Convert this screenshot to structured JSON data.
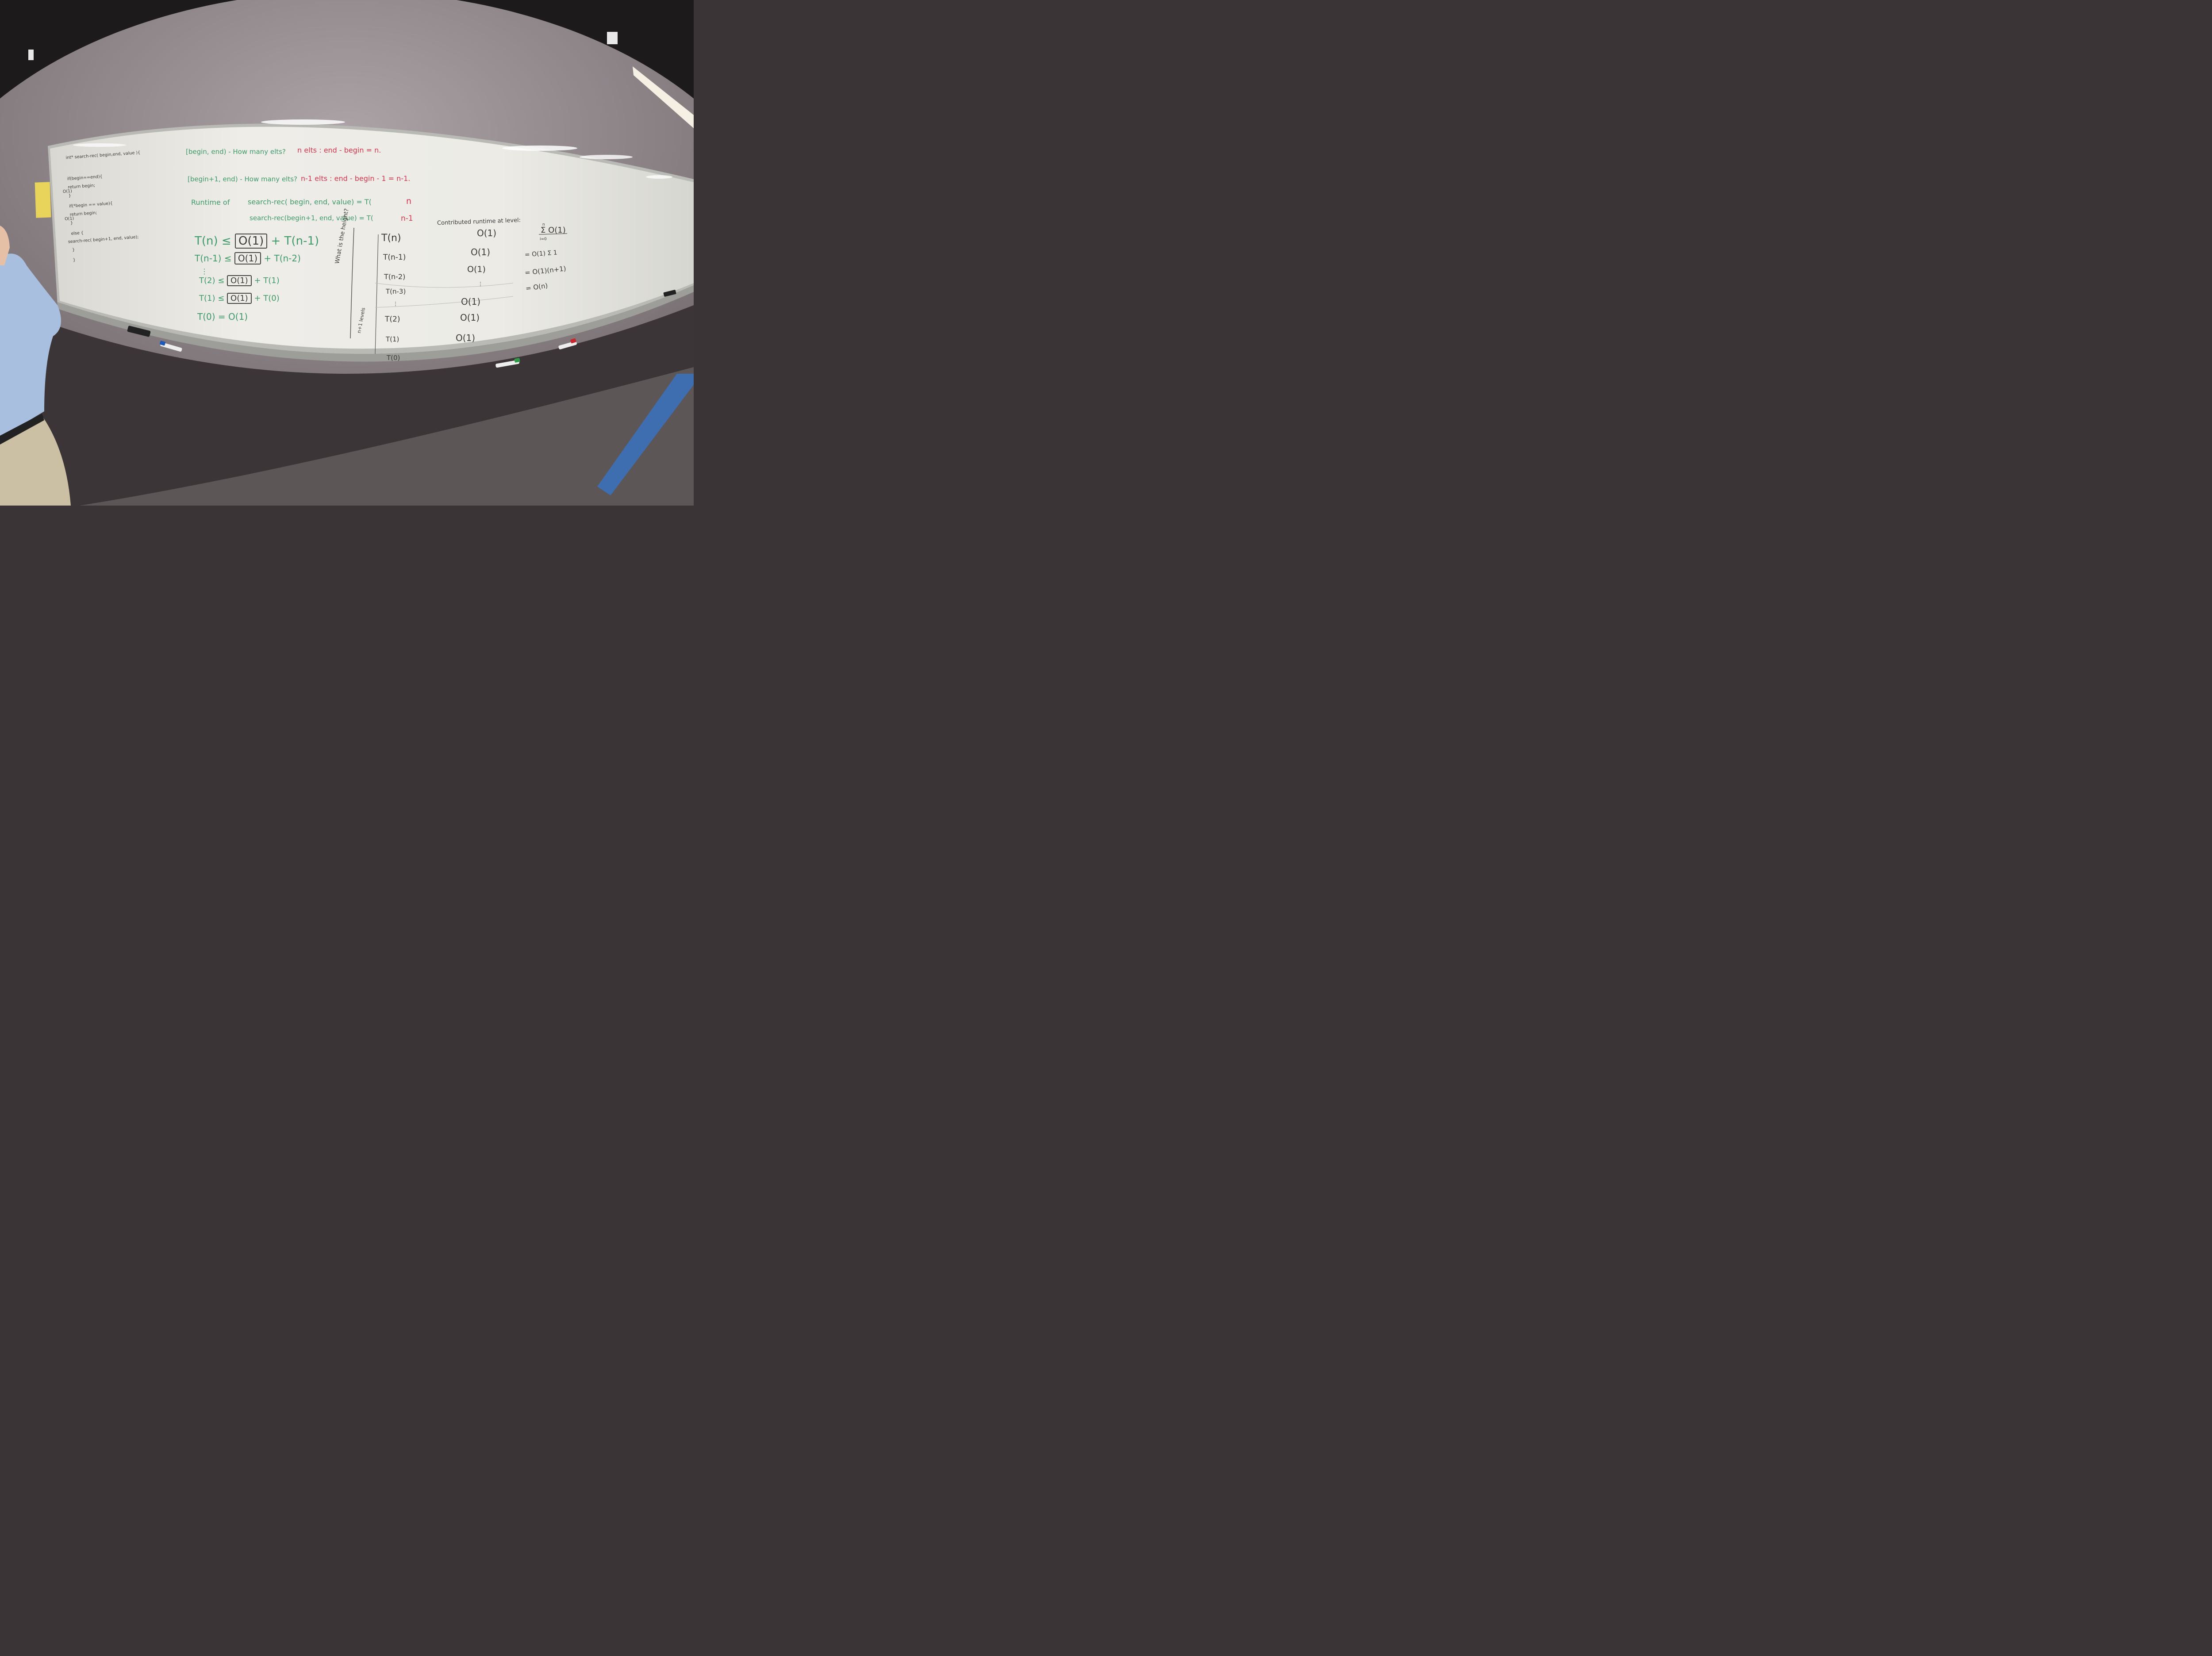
{
  "code_block": {
    "lines": [
      "int* search-rec( begin,end, value ){",
      "  if(begin==end){",
      "     return begin;",
      "  }",
      "  if(*begin == value){",
      "     return begin;",
      "  }",
      "  else {",
      "  search-rec( begin+1, end, value);",
      "  }",
      "}"
    ],
    "margin_notes": [
      "O(1)",
      "O(1)"
    ]
  },
  "definitions": {
    "line1_green": "[begin, end) - How many elts?",
    "line1_red": "n elts : end - begin = n.",
    "line2_green": "[begin+1, end) - How many elts?",
    "line2_red": "n-1 elts : end - begin - 1 = n-1.",
    "runtime_label": "Runtime of",
    "runtime_eq1_green": "search-rec( begin, end, value) = T(",
    "runtime_eq1_red": "n",
    "runtime_eq2_green": "search-rec(begin+1, end, value) = T(",
    "runtime_eq2_red": "n-1"
  },
  "recurrence": {
    "lines": [
      {
        "lhs": "T(n) ≤",
        "box": "O(1)",
        "rhs": "+ T(n-1)"
      },
      {
        "lhs": "T(n-1) ≤",
        "box": "O(1)",
        "rhs": "+ T(n-2)"
      },
      {
        "lhs": "⋮",
        "box": "",
        "rhs": ""
      },
      {
        "lhs": "T(2) ≤",
        "box": "O(1)",
        "rhs": "+ T(1)"
      },
      {
        "lhs": "T(1) ≤",
        "box": "O(1)",
        "rhs": "+ T(0)"
      },
      {
        "lhs": "T(0) =",
        "box": "O(1)",
        "rhs": ""
      }
    ]
  },
  "tree": {
    "side_label_1": "What is the height?",
    "side_label_2": "n+1 levels",
    "nodes": [
      "T(n)",
      "T(n-1)",
      "T(n-2)",
      "T(n-3)",
      "⋮",
      "T(2)",
      "T(1)",
      "T(0)"
    ],
    "contrib_header": "Contributed runtime at level:",
    "contrib": [
      "O(1)",
      "O(1)",
      "O(1)",
      "⋮",
      "O(1)",
      "O(1)",
      "O(1)"
    ]
  },
  "summation": {
    "sum_top": "n",
    "sum_expr": "Σ O(1)",
    "sum_bottom": "i=0",
    "steps": [
      "= O(1) Σ 1",
      "= O(1)(n+1)",
      "= O(n)"
    ]
  },
  "colors": {
    "wall": "#6e6469",
    "board": "#ecebe6",
    "green_ink": "#3f9a6a",
    "red_ink": "#d9344e",
    "black_ink": "#3a3a3a"
  }
}
